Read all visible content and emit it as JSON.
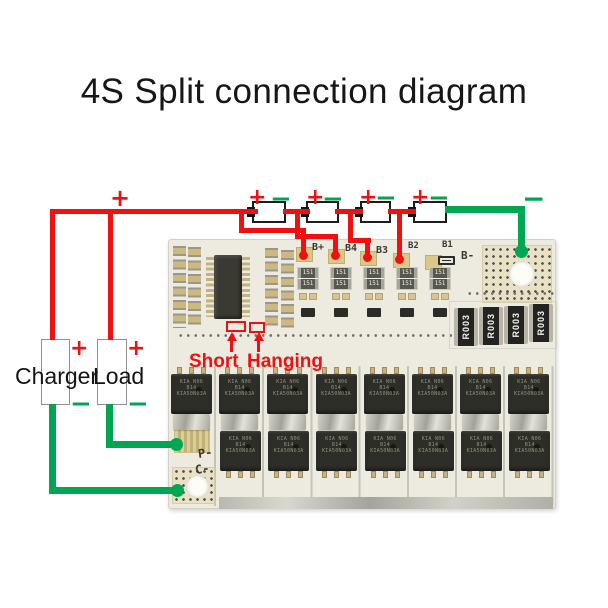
{
  "title": "4S Split connection diagram",
  "colors": {
    "wire_positive": "#ee1111",
    "wire_negative": "#00a651",
    "pcb": "#edebe0"
  },
  "symbols": {
    "plus": "+",
    "minus": "−"
  },
  "devices": {
    "charger": "Charger",
    "load": "Load"
  },
  "annotations": {
    "short": "Short",
    "hanging": "Hanging"
  },
  "battery": {
    "count": 4
  },
  "board": {
    "pad_labels": [
      "B+",
      "B4",
      "B3",
      "B2",
      "B1"
    ],
    "b_minus_label": "B-",
    "p_minus_label": "P-",
    "c_minus_label": "C-",
    "smd_resistor_label": "151",
    "shunt_resistor_label": "R003",
    "mosfet": {
      "top_count": 8,
      "bottom_count": 7,
      "markings": [
        "KIA N06",
        "B14",
        "KIA50N03A"
      ]
    }
  }
}
